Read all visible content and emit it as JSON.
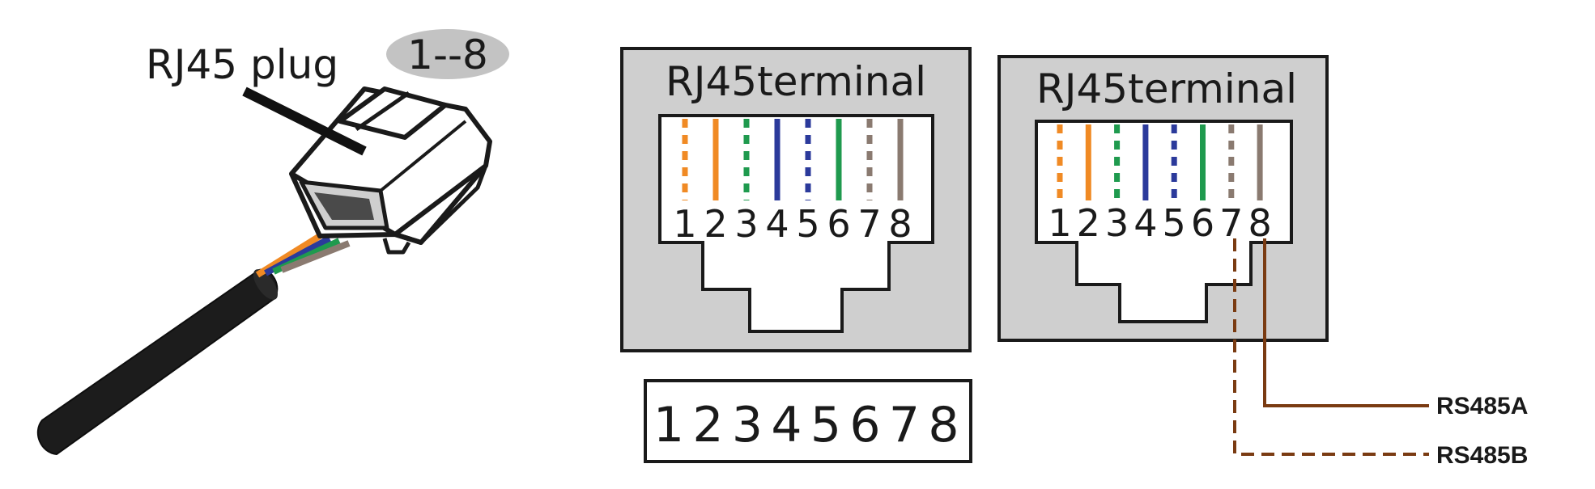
{
  "plug": {
    "label": "RJ45 plug",
    "range_badge": "1--8",
    "wire_colors": [
      "#f08a24",
      "#2b3a9b",
      "#1f9a4e",
      "#8a7a70"
    ]
  },
  "terminals": [
    {
      "title": "RJ45terminal",
      "pins": [
        "1",
        "2",
        "3",
        "4",
        "5",
        "6",
        "7",
        "8"
      ]
    },
    {
      "title": "RJ45terminal",
      "pins": [
        "1",
        "2",
        "3",
        "4",
        "5",
        "6",
        "7",
        "8"
      ]
    }
  ],
  "pin_wires": [
    {
      "color": "#f08a24",
      "style": "dashed"
    },
    {
      "color": "#f08a24",
      "style": "solid"
    },
    {
      "color": "#1f9a4e",
      "style": "dashed"
    },
    {
      "color": "#2b3a9b",
      "style": "solid"
    },
    {
      "color": "#2b3a9b",
      "style": "dashed"
    },
    {
      "color": "#1f9a4e",
      "style": "solid"
    },
    {
      "color": "#8a7a70",
      "style": "dashed"
    },
    {
      "color": "#8a7a70",
      "style": "solid"
    }
  ],
  "pin_strip": {
    "pins": [
      "1",
      "2",
      "3",
      "4",
      "5",
      "6",
      "7",
      "8"
    ]
  },
  "signals": {
    "a_label": "RS485A",
    "b_label": "RS485B",
    "line_color": "#7a3b12"
  },
  "colors": {
    "panel": "#cfcfcf",
    "outline": "#1a1a1a"
  }
}
